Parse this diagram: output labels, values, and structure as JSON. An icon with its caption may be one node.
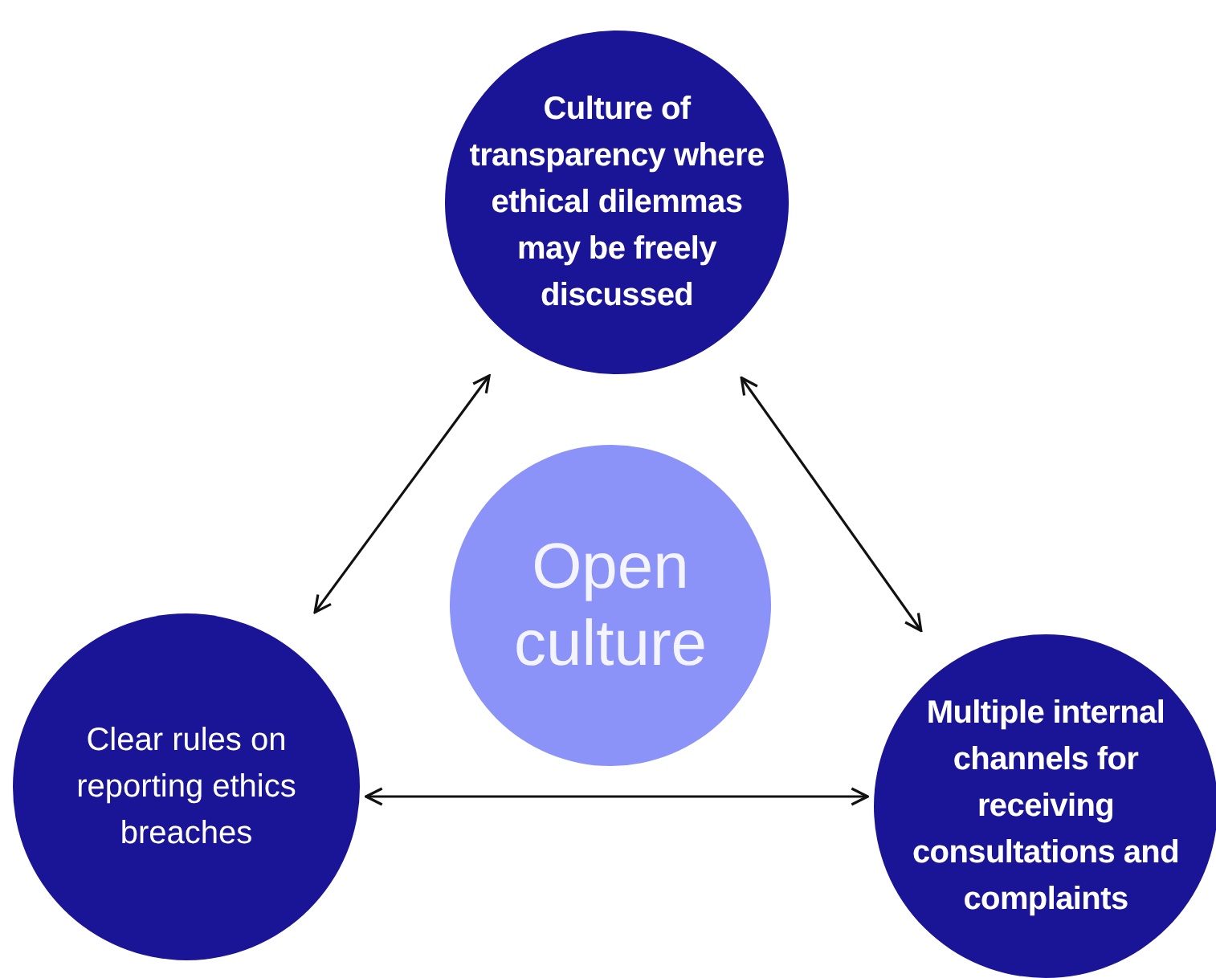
{
  "diagram": {
    "nodes": [
      {
        "text": [
          "Culture of transparency where ethical dilemmas may be freely discussed"
        ]
      },
      {
        "text": [
          "Open culture"
        ]
      },
      {
        "text": [
          "Clear rules on reporting ethics breaches"
        ]
      },
      {
        "text": [
          "Multiple internal channels for receiving consultations and complaints"
        ]
      }
    ],
    "edges": [
      {
        "from": 0,
        "to": 2,
        "arrow": "both"
      },
      {
        "from": 0,
        "to": 3,
        "arrow": "both"
      },
      {
        "from": 2,
        "to": 3,
        "arrow": "both"
      }
    ]
  }
}
